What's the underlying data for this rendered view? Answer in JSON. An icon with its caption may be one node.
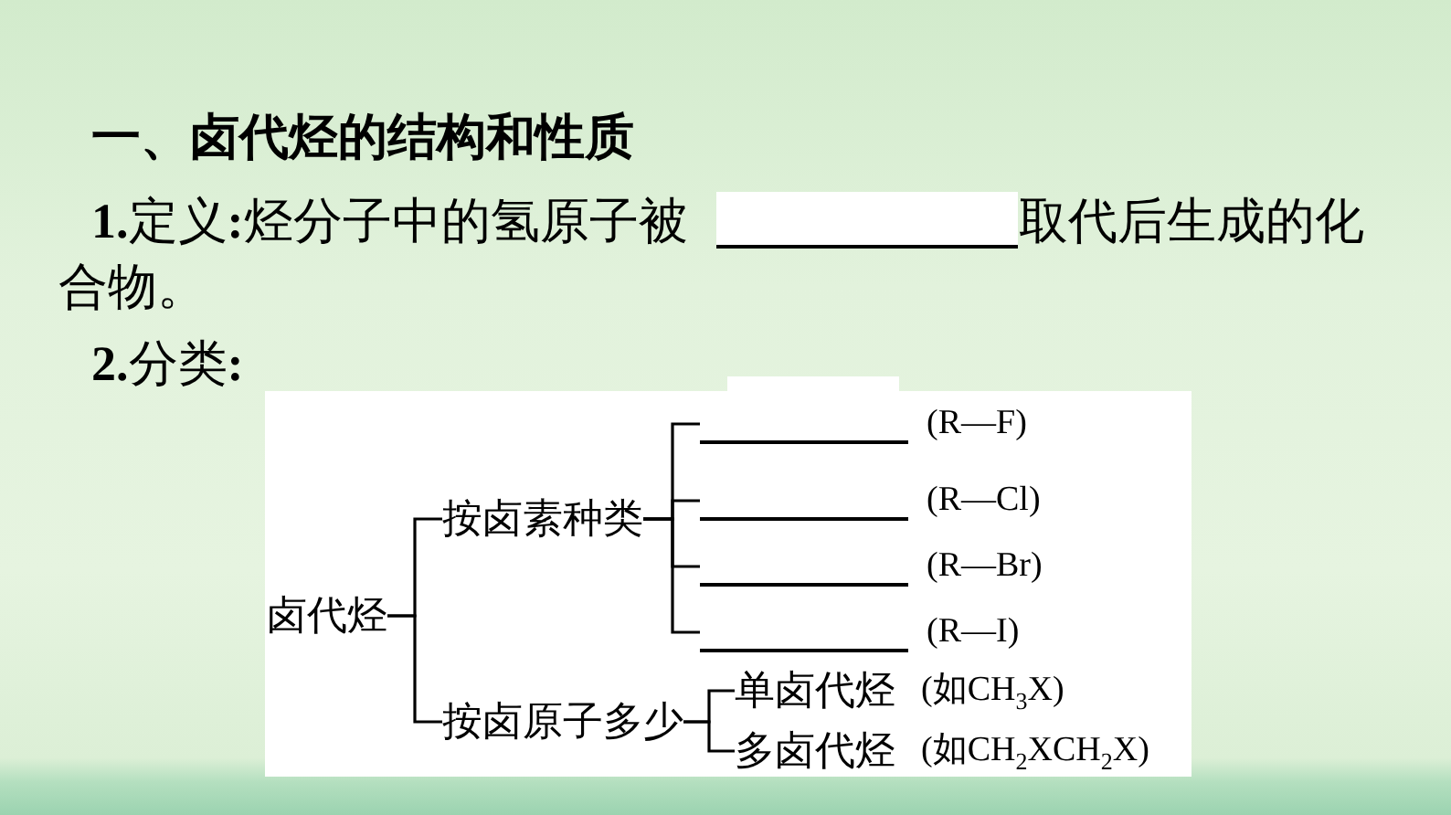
{
  "diagram": {
    "title": "一、卤代烃的结构和性质",
    "nodes": [
      {
        "text": [
          "卤代烃"
        ]
      },
      {
        "text": [
          "按卤素种类"
        ]
      },
      {
        "text": [],
        "shape": "line",
        "beside": [
          "(R—F)"
        ]
      },
      {
        "text": [],
        "shape": "line",
        "beside": [
          "(R—Cl)"
        ]
      },
      {
        "text": [],
        "shape": "line",
        "beside": [
          "(R—Br)"
        ]
      },
      {
        "text": [],
        "shape": "line",
        "beside": [
          "(R—I)"
        ]
      },
      {
        "text": [
          "按卤原子多少"
        ]
      },
      {
        "text": [
          "单卤代烃"
        ],
        "beside": [
          "(如CH$_{3}$X)"
        ]
      },
      {
        "text": [
          "多卤代烃"
        ],
        "beside": [
          "(如CH$_{2}$XCH$_{2}$X)"
        ]
      }
    ],
    "edges": [
      {
        "from": 0,
        "to": 1,
        "arrow": "none"
      },
      {
        "from": 0,
        "to": 6,
        "arrow": "none"
      },
      {
        "from": 1,
        "to": 2,
        "arrow": "none"
      },
      {
        "from": 1,
        "to": 3,
        "arrow": "none"
      },
      {
        "from": 1,
        "to": 4,
        "arrow": "none"
      },
      {
        "from": 1,
        "to": 5,
        "arrow": "none"
      },
      {
        "from": 6,
        "to": 7,
        "arrow": "none"
      },
      {
        "from": 6,
        "to": 8,
        "arrow": "none"
      }
    ],
    "labels": [
      "**1.**定义**:**烃分子中的氢原子被",
      "取代后生成的化合物。",
      "**2.**分类**:**"
    ]
  }
}
